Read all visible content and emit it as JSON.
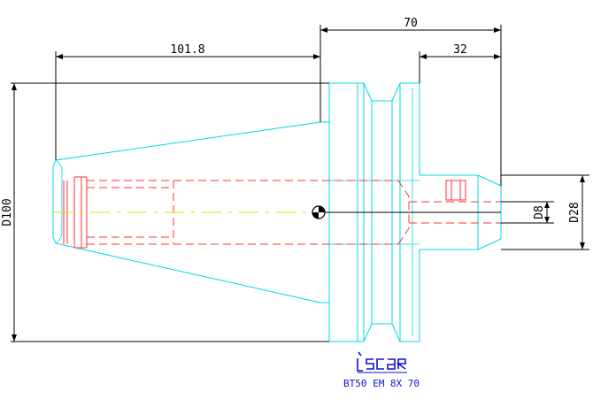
{
  "drawing": {
    "dimensions": {
      "overall_length": "70",
      "taper_length": "101.8",
      "shank_length": "32",
      "flange_diameter": "D100",
      "bore_diameter": "D8",
      "shank_diameter": "D28"
    },
    "brand": "iscar",
    "part_number": "BT50 EM 8X 70"
  },
  "colors": {
    "outline": "#00d8e8",
    "hidden": "#ff3030",
    "center": "#e0e000",
    "dimension": "#000000",
    "label": "#1010d0"
  }
}
